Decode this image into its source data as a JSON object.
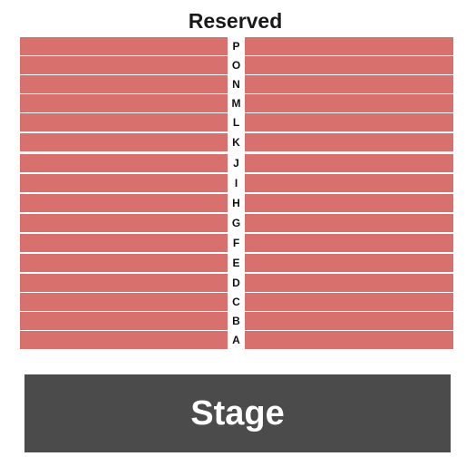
{
  "section": {
    "title": "Reserved"
  },
  "rows": [
    "P",
    "O",
    "N",
    "M",
    "L",
    "K",
    "J",
    "I",
    "H",
    "G",
    "F",
    "E",
    "D",
    "C",
    "B",
    "A"
  ],
  "stage": {
    "label": "Stage"
  },
  "colors": {
    "seat_fill": "#d8706e",
    "stage_fill": "#4b4b4b"
  }
}
